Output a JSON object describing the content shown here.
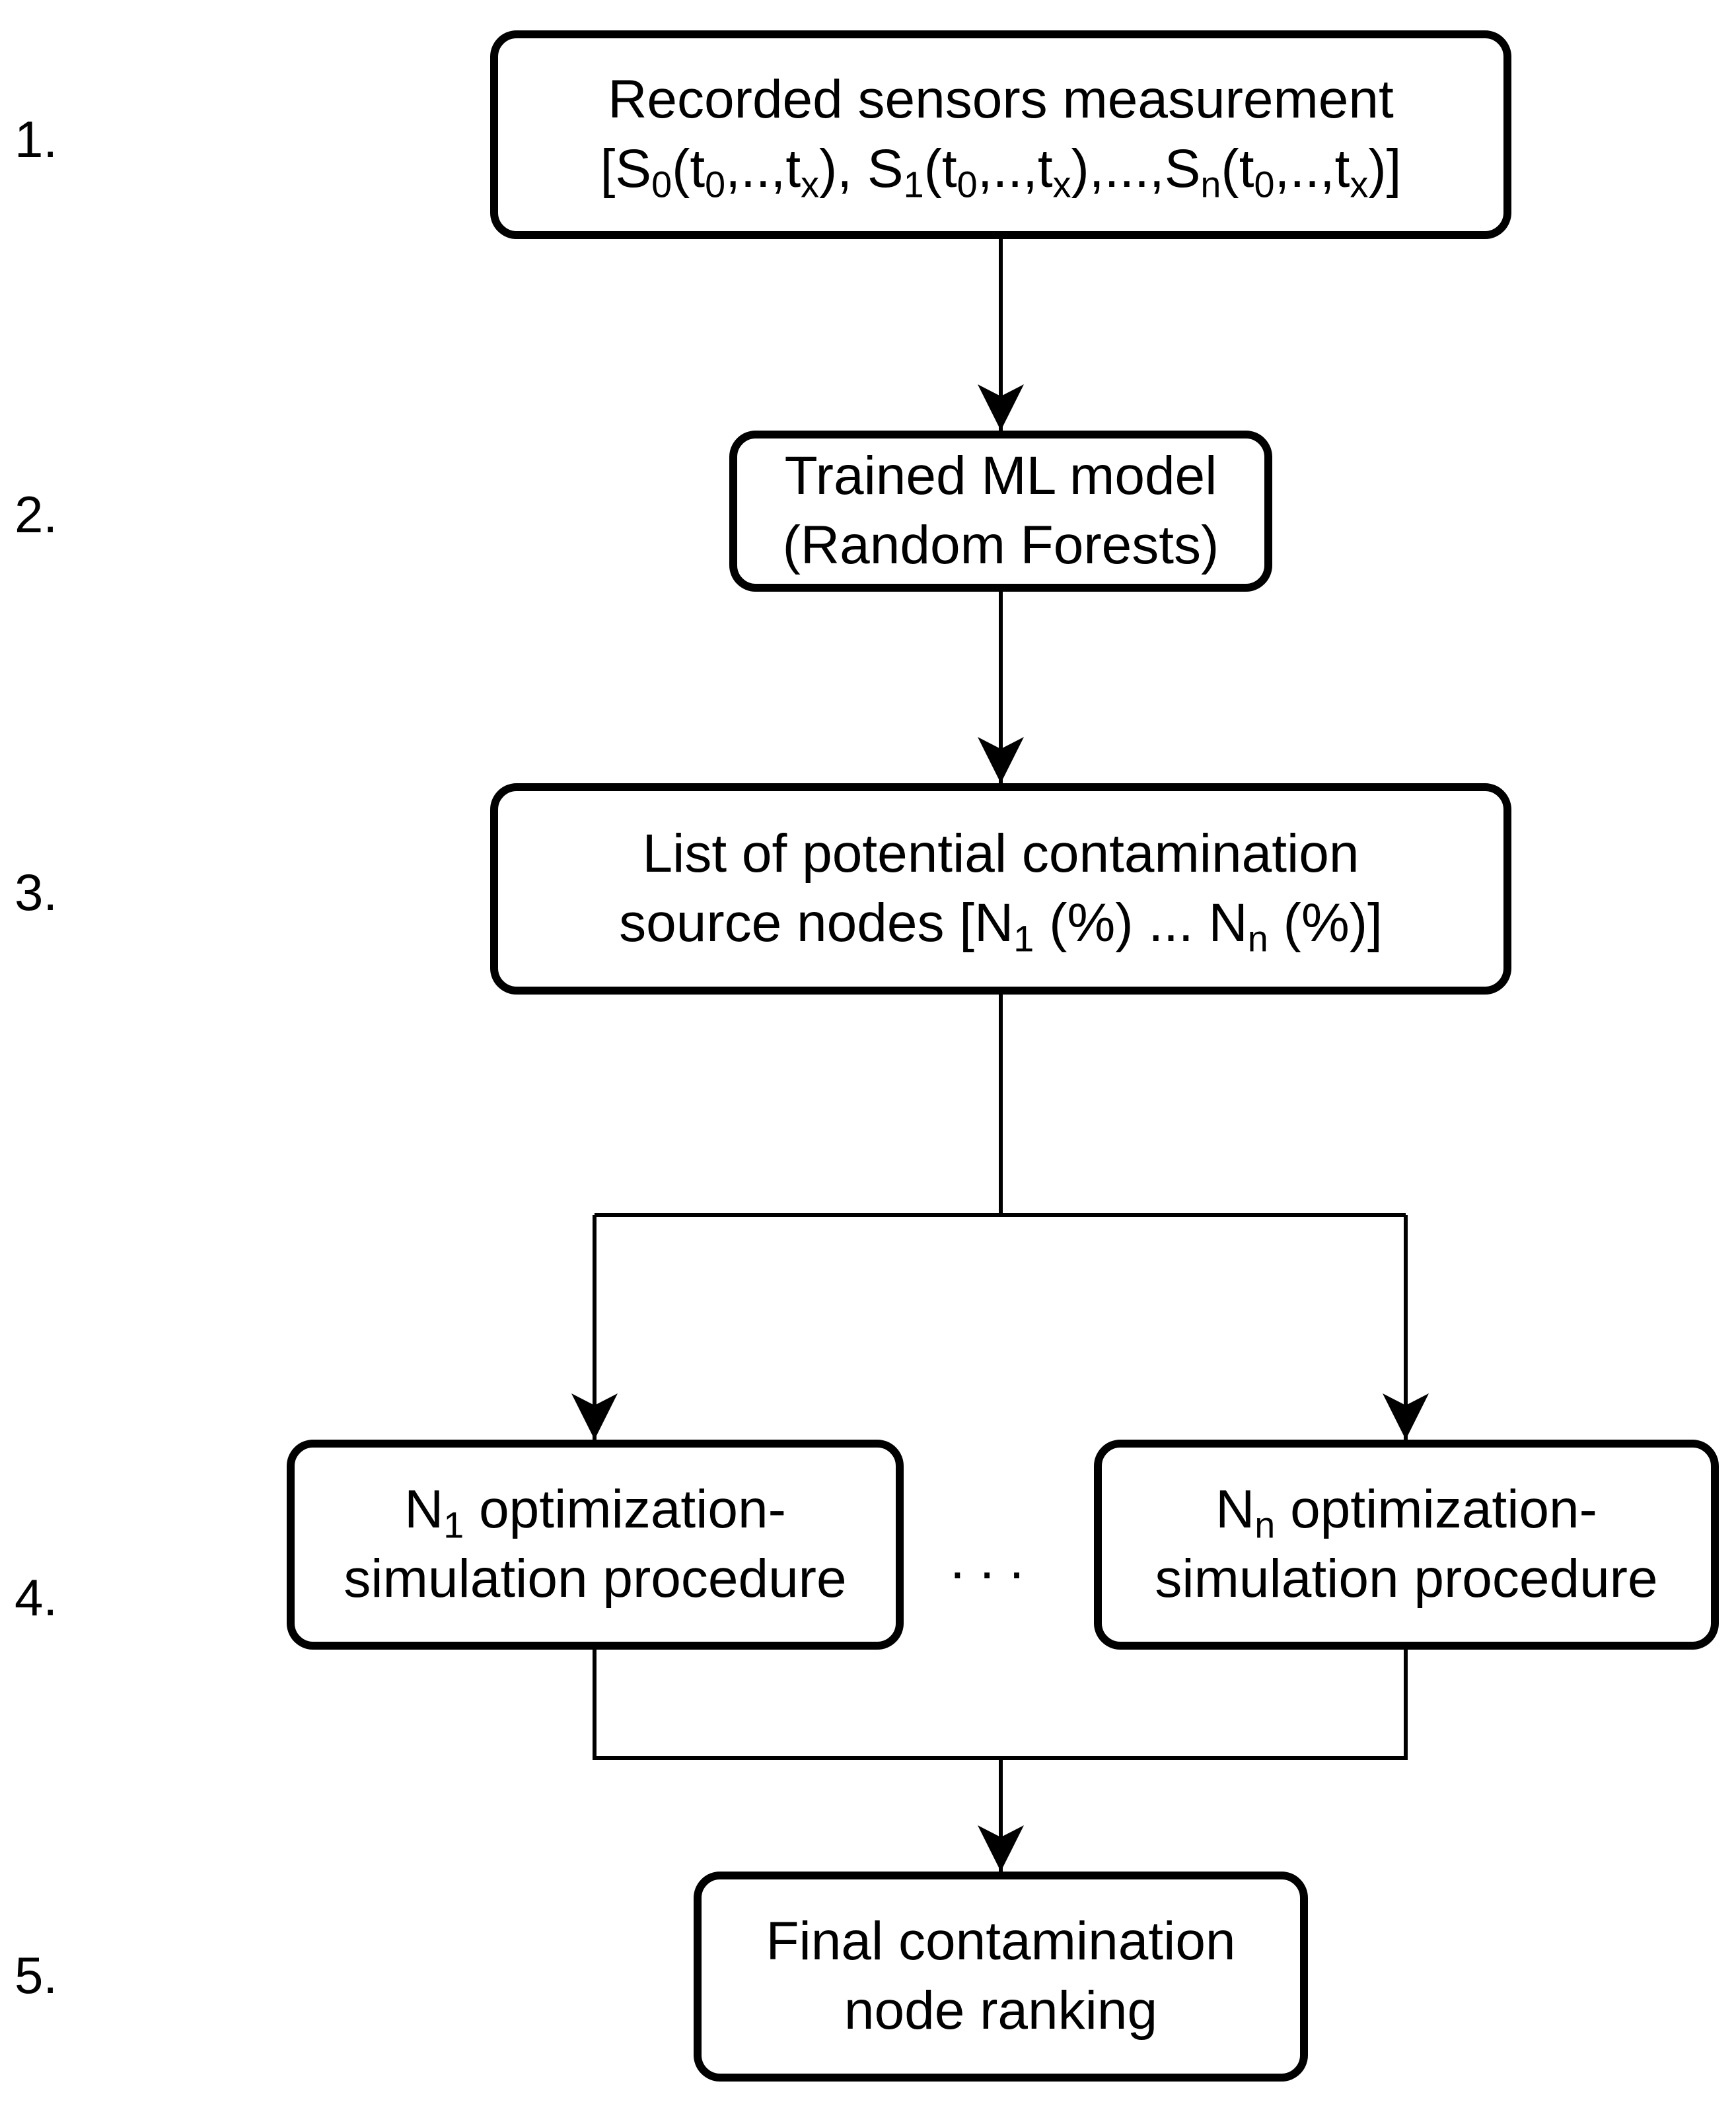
{
  "steps": [
    "1.",
    "2.",
    "3.",
    "4.",
    "5."
  ],
  "box1": {
    "line1": "Recorded sensors measurement",
    "line2": [
      {
        "t": "[S"
      },
      {
        "sub": "0"
      },
      {
        "t": "(t"
      },
      {
        "sub": "0"
      },
      {
        "t": ",..,t"
      },
      {
        "sub": "x"
      },
      {
        "t": "), S"
      },
      {
        "sub": "1"
      },
      {
        "t": "(t"
      },
      {
        "sub": "0"
      },
      {
        "t": ",..,t"
      },
      {
        "sub": "x"
      },
      {
        "t": "),...,S"
      },
      {
        "sub": "n"
      },
      {
        "t": "(t"
      },
      {
        "sub": "0"
      },
      {
        "t": ",..,t"
      },
      {
        "sub": "x"
      },
      {
        "t": ")]"
      }
    ]
  },
  "box2": {
    "line1": "Trained ML model",
    "line2": "(Random Forests)"
  },
  "box3": {
    "line1": "List of potential contamination",
    "line2": [
      {
        "t": "source nodes [N"
      },
      {
        "sub": "1"
      },
      {
        "t": " (%) ... N"
      },
      {
        "sub": "n"
      },
      {
        "t": " (%)]"
      }
    ]
  },
  "box4a": {
    "line1": [
      {
        "t": "N"
      },
      {
        "sub": "1"
      },
      {
        "t": " optimization-"
      }
    ],
    "line2": "simulation procedure"
  },
  "box4b": {
    "line1": [
      {
        "t": "N"
      },
      {
        "sub": "n"
      },
      {
        "t": " optimization-"
      }
    ],
    "line2": "simulation procedure"
  },
  "ellipsis": "...",
  "box5": {
    "line1": "Final contamination",
    "line2": "node ranking"
  }
}
